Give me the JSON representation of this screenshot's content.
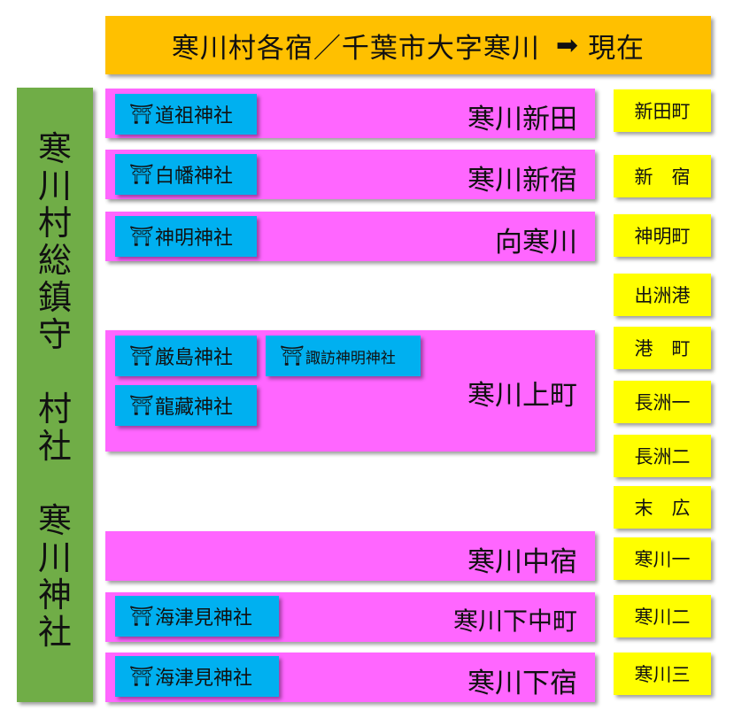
{
  "header": {
    "from": "寒川村各宿／千葉市大字寒川",
    "arrow": "➡",
    "to": "現在"
  },
  "sidebar": {
    "lines": [
      "寒",
      "川",
      "村",
      "総",
      "鎮",
      "守",
      "",
      "村",
      "社",
      "",
      "寒",
      "川",
      "神",
      "社"
    ]
  },
  "shrine_mark": "⛩",
  "bands": [
    {
      "name": "寒川新田",
      "shrines": [
        "道祖神社"
      ]
    },
    {
      "name": "寒川新宿",
      "shrines": [
        "白幡神社"
      ]
    },
    {
      "name": "向寒川",
      "shrines": [
        "神明神社"
      ]
    },
    {
      "name": "寒川上町",
      "shrines": [
        "厳島神社",
        "諏訪神明神社",
        "龍藏神社"
      ]
    },
    {
      "name": "寒川中宿",
      "shrines": []
    },
    {
      "name": "寒川下中町",
      "shrines": [
        "海津見神社"
      ]
    },
    {
      "name": "寒川下宿",
      "shrines": [
        "海津見神社"
      ]
    }
  ],
  "towns": [
    "新田町",
    "新　宿",
    "神明町",
    "出洲港",
    "港　町",
    "長洲一",
    "長洲二",
    "末　広",
    "寒川一",
    "寒川二",
    "寒川三"
  ],
  "colors": {
    "header": "#ffc000",
    "sidebar": "#70ad47",
    "band": "#ff66ff",
    "shrine": "#00b0f0",
    "town": "#ffff00"
  }
}
